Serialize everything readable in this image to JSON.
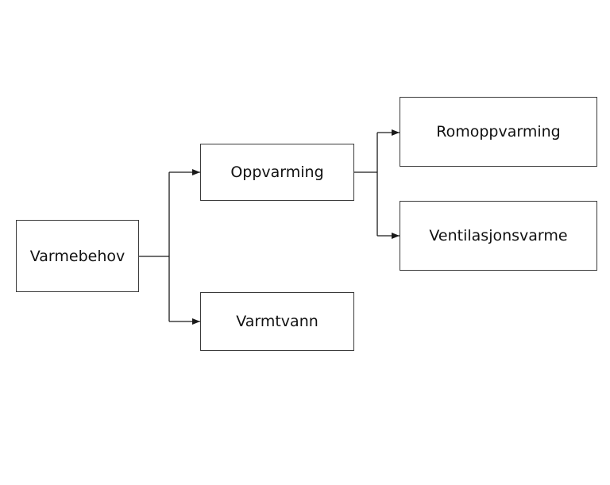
{
  "diagram": {
    "nodes": {
      "varmebehov": "Varmebehov",
      "oppvarming": "Oppvarming",
      "varmtvann": "Varmtvann",
      "romoppvarming": "Romoppvarming",
      "ventilasjonsvarme": "Ventilasjonsvarme"
    },
    "edges": [
      {
        "from": "Varmebehov",
        "to": "Oppvarming"
      },
      {
        "from": "Varmebehov",
        "to": "Varmtvann"
      },
      {
        "from": "Oppvarming",
        "to": "Romoppvarming"
      },
      {
        "from": "Oppvarming",
        "to": "Ventilasjonsvarme"
      }
    ],
    "colors": {
      "stroke": "#3a3a3a",
      "text": "#111111",
      "background": "#ffffff"
    }
  }
}
